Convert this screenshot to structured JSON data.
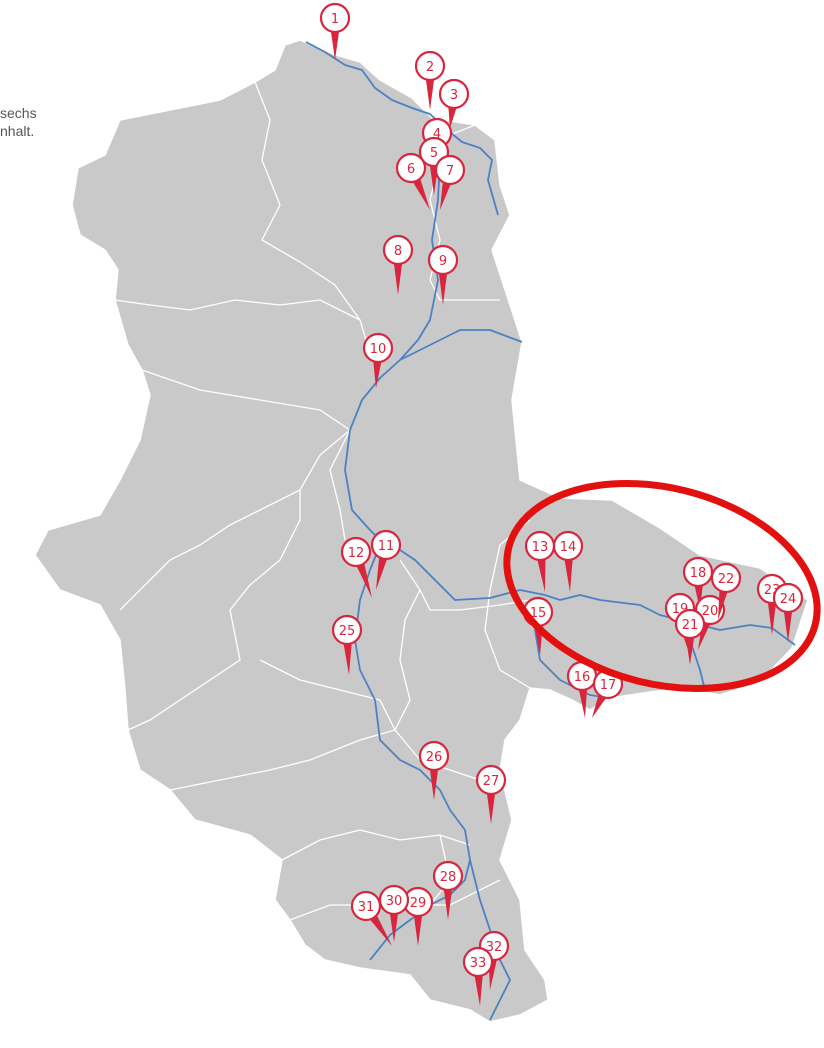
{
  "intro_text": {
    "line1": "sechs",
    "line2": "nhalt."
  },
  "colors": {
    "land": "#c9c9c9",
    "border": "#ffffff",
    "river": "#4a82c4",
    "marker": "#d7263d",
    "highlight": "#e31010"
  },
  "markers": [
    "1",
    "2",
    "3",
    "4",
    "5",
    "6",
    "7",
    "8",
    "9",
    "10",
    "11",
    "12",
    "13",
    "14",
    "15",
    "16",
    "17",
    "18",
    "19",
    "20",
    "21",
    "22",
    "23",
    "24",
    "25",
    "26",
    "27",
    "28",
    "29",
    "30",
    "31",
    "32",
    "33"
  ],
  "highlight": {
    "label": "highlight-ellipse",
    "contains": [
      "13",
      "14",
      "15",
      "16",
      "17",
      "18",
      "19",
      "20",
      "21",
      "22",
      "23",
      "24"
    ]
  }
}
